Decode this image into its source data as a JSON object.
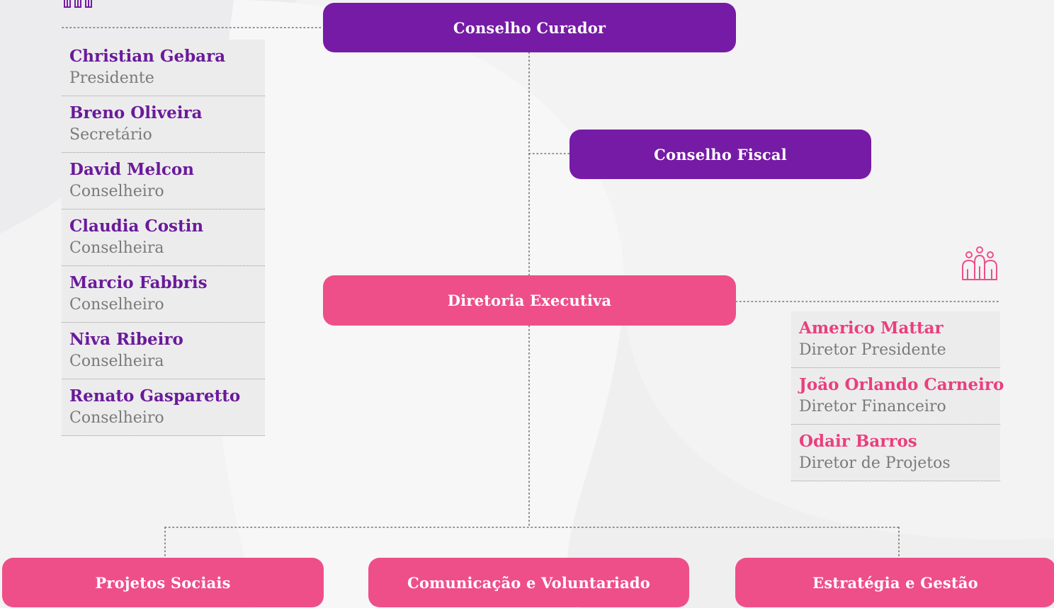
{
  "colors": {
    "purple": "#761ba6",
    "pink": "#ee4f88",
    "background": "#f3f3f4"
  },
  "nodes": {
    "conselho_curador": "Conselho Curador",
    "conselho_fiscal": "Conselho Fiscal",
    "diretoria_executiva": "Diretoria Executiva",
    "projetos_sociais": "Projetos Sociais",
    "comunicacao": "Comunicação e Voluntariado",
    "estrategia": "Estratégia e Gestão"
  },
  "conselho_curador_members": [
    {
      "name": "Christian Gebara",
      "role": "Presidente"
    },
    {
      "name": "Breno Oliveira",
      "role": "Secretário"
    },
    {
      "name": "David Melcon",
      "role": "Conselheiro"
    },
    {
      "name": "Claudia Costin",
      "role": "Conselheira"
    },
    {
      "name": "Marcio Fabbris",
      "role": "Conselheiro"
    },
    {
      "name": "Niva Ribeiro",
      "role": "Conselheira"
    },
    {
      "name": "Renato Gasparetto",
      "role": "Conselheiro"
    }
  ],
  "diretoria_members": [
    {
      "name": "Americo Mattar",
      "role": "Diretor Presidente"
    },
    {
      "name": "João Orlando Carneiro",
      "role": "Diretor Financeiro"
    },
    {
      "name": "Odair Barros",
      "role": "Diretor de Projetos"
    }
  ],
  "icons": [
    "people-group-icon"
  ]
}
